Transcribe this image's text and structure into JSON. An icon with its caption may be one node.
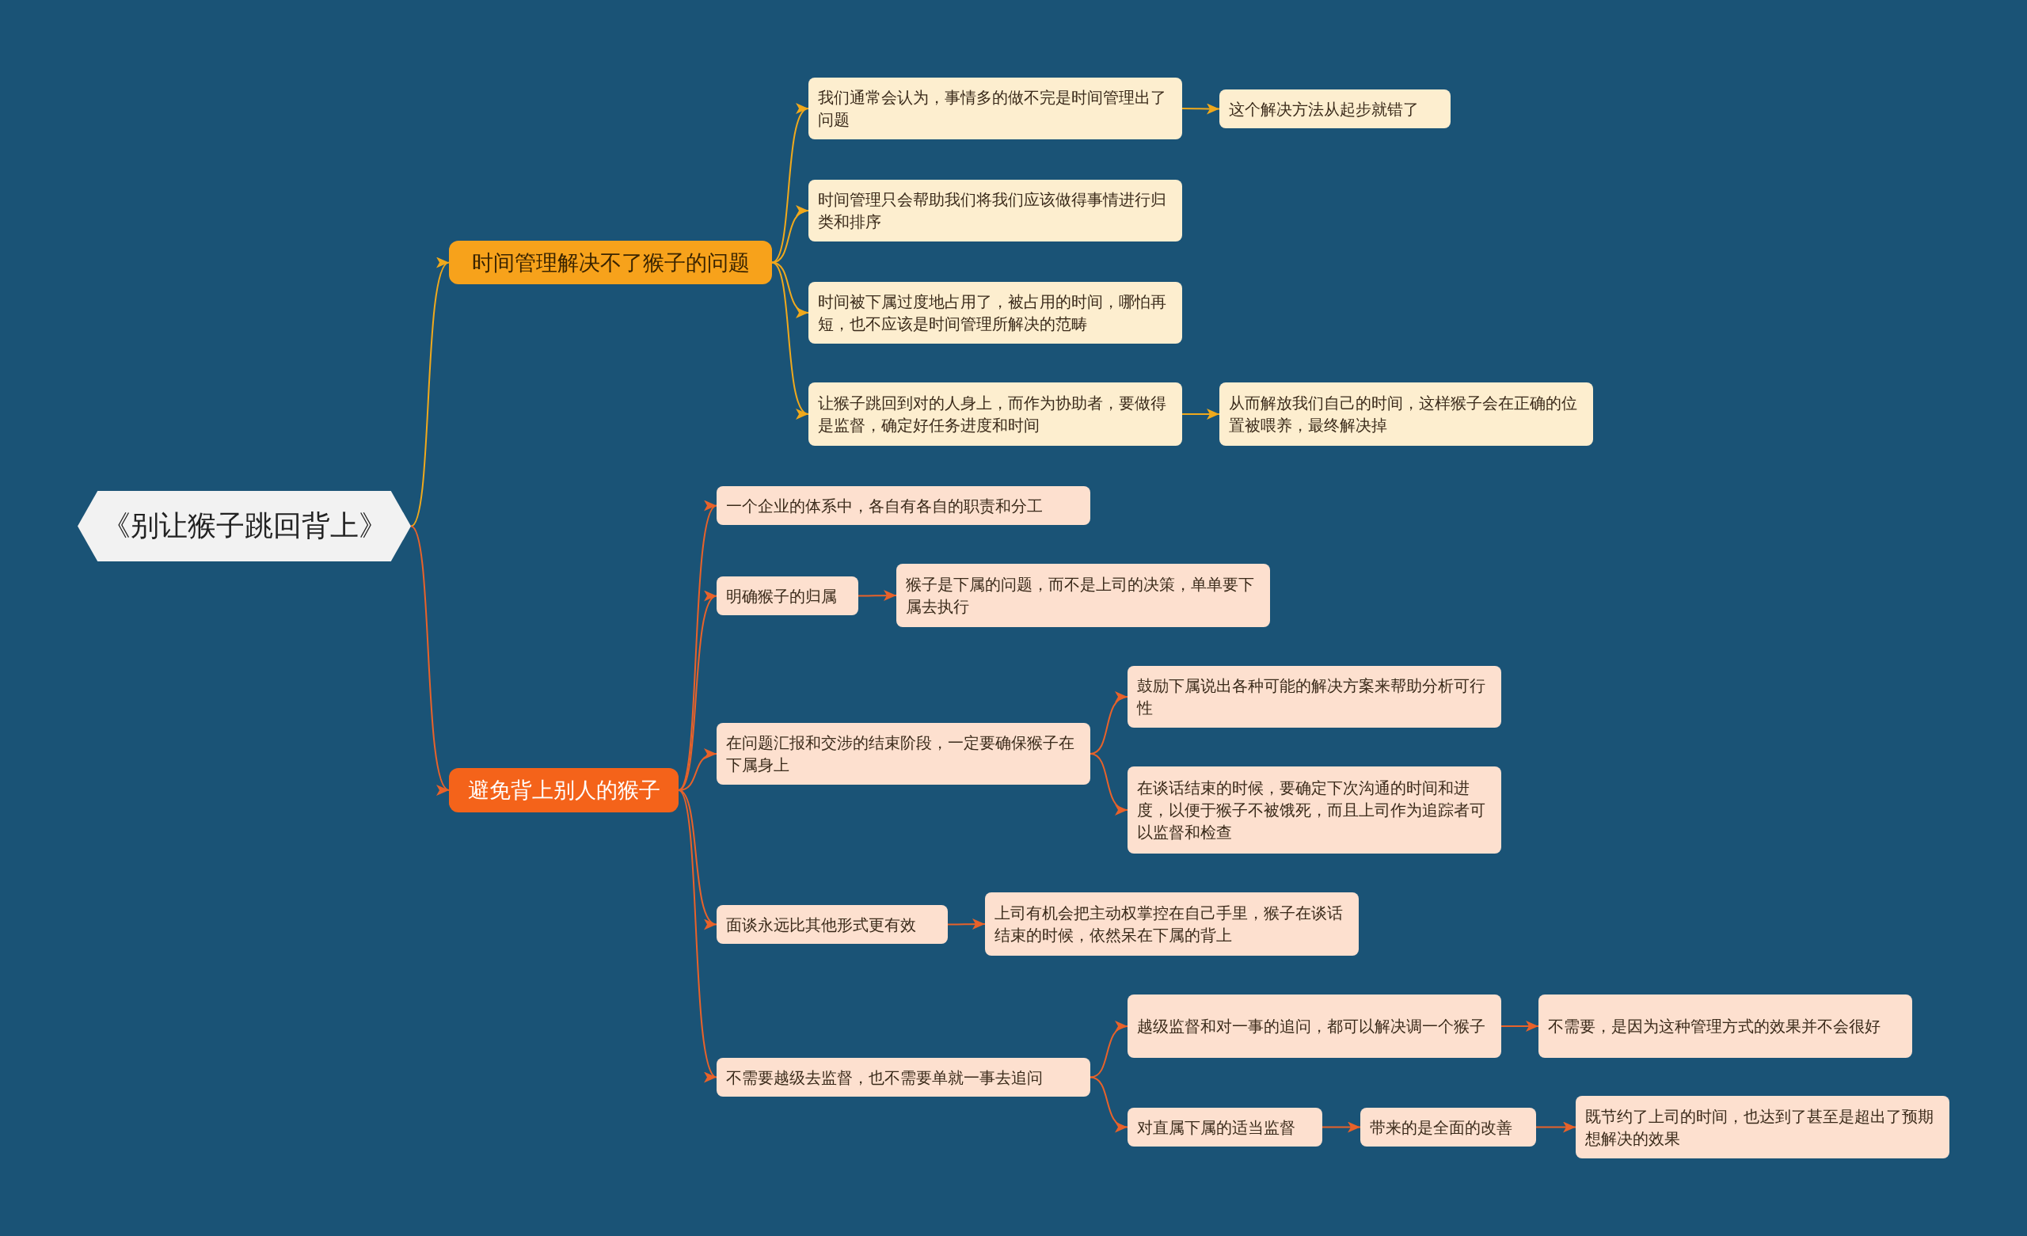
{
  "diagram": {
    "nodes": [
      {
        "text": [
          "《别让猴子跳回背上》"
        ]
      },
      {
        "text": [
          "时间管理解决不了猴子的问题"
        ]
      },
      {
        "text": [
          "我们通常会认为，事情多的做不完是时间管理出了问题"
        ]
      },
      {
        "text": [
          "这个解决方法从起步就错了"
        ]
      },
      {
        "text": [
          "时间管理只会帮助我们将我们应该做得事情进行归类和排序"
        ]
      },
      {
        "text": [
          "时间被下属过度地占用了，被占用的时间，哪怕再短，也不应该是时间管理所解决的范畴"
        ]
      },
      {
        "text": [
          "让猴子跳回到对的人身上，而作为协助者，要做得是监督，确定好任务进度和时间"
        ]
      },
      {
        "text": [
          "从而解放我们自己的时间，这样猴子会在正确的位置被喂养，最终解决掉"
        ]
      },
      {
        "text": [
          "避免背上别人的猴子"
        ]
      },
      {
        "text": [
          "一个企业的体系中，各自有各自的职责和分工"
        ]
      },
      {
        "text": [
          "明确猴子的归属"
        ]
      },
      {
        "text": [
          "猴子是下属的问题，而不是上司的决策，单单要下属去执行"
        ]
      },
      {
        "text": [
          "在问题汇报和交涉的结束阶段，一定要确保猴子在下属身上"
        ]
      },
      {
        "text": [
          "鼓励下属说出各种可能的解决方案来帮助分析可行性"
        ]
      },
      {
        "text": [
          "在谈话结束的时候，要确定下次沟通的时间和进度，以便于猴子不被饿死，而且上司作为追踪者可以监督和检查"
        ]
      },
      {
        "text": [
          "面谈永远比其他形式更有效"
        ]
      },
      {
        "text": [
          "上司有机会把主动权掌控在自己手里，猴子在谈话结束的时候，依然呆在下属的背上"
        ]
      },
      {
        "text": [
          "不需要越级去监督，也不需要单就一事去追问"
        ]
      },
      {
        "text": [
          "越级监督和对一事的追问，都可以解决调一个猴子"
        ]
      },
      {
        "text": [
          "不需要，是因为这种管理方式的效果并不会很好"
        ]
      },
      {
        "text": [
          "对直属下属的适当监督"
        ]
      },
      {
        "text": [
          "带来的是全面的改善"
        ]
      },
      {
        "text": [
          "既节约了上司的时间，也达到了甚至是超出了预期想解决的效果"
        ]
      }
    ],
    "edges": [
      {
        "from": 0,
        "to": 1,
        "arrow": "to",
        "color": "#f0a91c"
      },
      {
        "from": 1,
        "to": 2,
        "arrow": "to",
        "color": "#f0a91c"
      },
      {
        "from": 2,
        "to": 3,
        "arrow": "to",
        "color": "#f0a91c"
      },
      {
        "from": 1,
        "to": 4,
        "arrow": "to",
        "color": "#f0a91c"
      },
      {
        "from": 1,
        "to": 5,
        "arrow": "to",
        "color": "#f0a91c"
      },
      {
        "from": 1,
        "to": 6,
        "arrow": "to",
        "color": "#f0a91c"
      },
      {
        "from": 6,
        "to": 7,
        "arrow": "to",
        "color": "#f0a91c"
      },
      {
        "from": 0,
        "to": 8,
        "arrow": "to"
      },
      {
        "from": 8,
        "to": 9,
        "arrow": "to"
      },
      {
        "from": 8,
        "to": 10,
        "arrow": "to"
      },
      {
        "from": 10,
        "to": 11,
        "arrow": "to"
      },
      {
        "from": 8,
        "to": 12,
        "arrow": "to"
      },
      {
        "from": 12,
        "to": 13,
        "arrow": "to"
      },
      {
        "from": 12,
        "to": 14,
        "arrow": "to"
      },
      {
        "from": 8,
        "to": 15,
        "arrow": "to"
      },
      {
        "from": 15,
        "to": 16,
        "arrow": "to"
      },
      {
        "from": 8,
        "to": 17,
        "arrow": "to"
      },
      {
        "from": 17,
        "to": 18,
        "arrow": "to"
      },
      {
        "from": 18,
        "to": 19,
        "arrow": "to"
      },
      {
        "from": 17,
        "to": 20,
        "arrow": "to"
      },
      {
        "from": 20,
        "to": 21,
        "arrow": "to"
      },
      {
        "from": 21,
        "to": 22,
        "arrow": "to"
      }
    ]
  }
}
